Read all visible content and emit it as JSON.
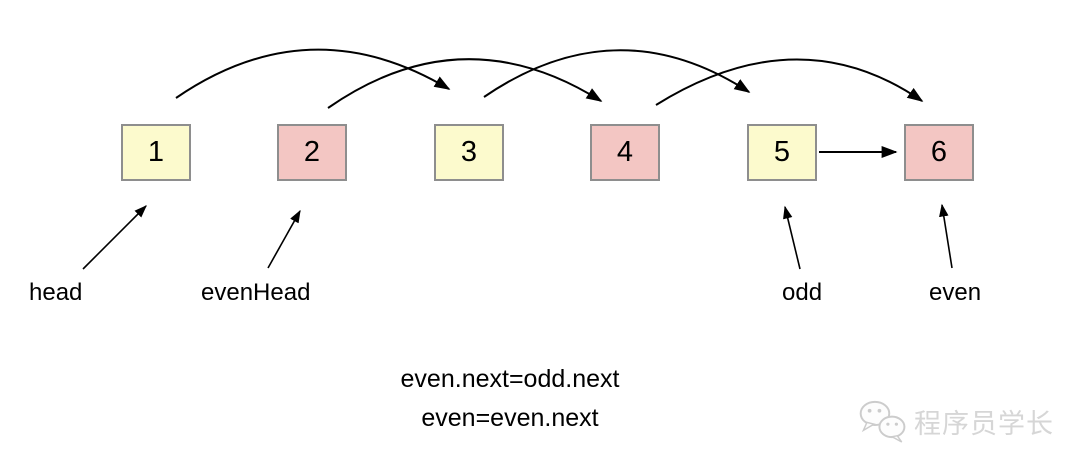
{
  "diagram": {
    "description": "odd-even linked list rearrangement diagram",
    "nodes": [
      {
        "value": "1",
        "fill": "node_yellow"
      },
      {
        "value": "2",
        "fill": "node_pink"
      },
      {
        "value": "3",
        "fill": "node_yellow"
      },
      {
        "value": "4",
        "fill": "node_pink"
      },
      {
        "value": "5",
        "fill": "node_yellow"
      },
      {
        "value": "6",
        "fill": "node_pink"
      }
    ],
    "colors": {
      "node_yellow": "#FCFACD",
      "node_pink": "#F3C6C3",
      "node_border": "#8E8E8E",
      "arrow": "#000000",
      "watermark": "#D6D6D6"
    },
    "pointer_labels": {
      "head": "head",
      "evenHead": "evenHead",
      "odd": "odd",
      "even": "even"
    },
    "links": [
      "1->3",
      "2->4",
      "3->5",
      "4->6",
      "5->6"
    ],
    "formula_lines": {
      "line1": "even.next=odd.next",
      "line2": "even=even.next"
    },
    "watermark": {
      "text": "程序员学长"
    }
  }
}
